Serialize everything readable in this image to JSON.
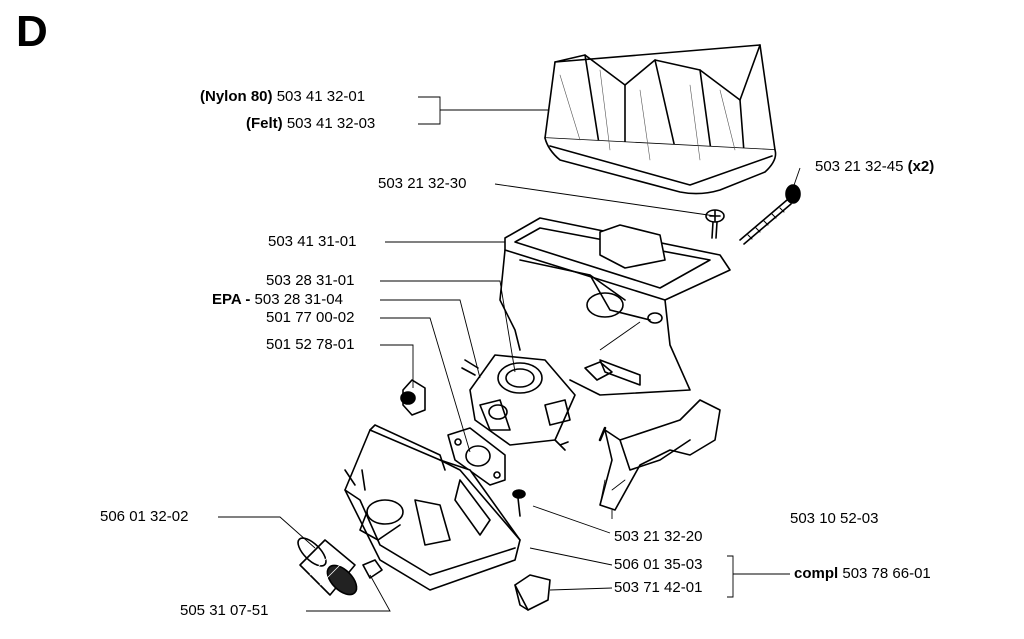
{
  "section": "D",
  "parts": {
    "filter_nylon": {
      "qualifier": "(Nylon 80)",
      "number": "503 41 32-01"
    },
    "filter_felt": {
      "qualifier": "(Felt)",
      "number": "503 41 32-03"
    },
    "screw_top": {
      "number": "503 21 32-30"
    },
    "screw_long": {
      "number": "503 21 32-45",
      "qty": "(x2)"
    },
    "housing_top": {
      "number": "503 41 31-01"
    },
    "carburetor": {
      "number": "503 28 31-01"
    },
    "carburetor_epa": {
      "qualifier": "EPA -",
      "number": "503 28 31-04"
    },
    "gasket": {
      "number": "501 77 00-02"
    },
    "nut_block": {
      "number": "501 52 78-01"
    },
    "choke_lever": {
      "number": "503 10 52-03"
    },
    "screw_small": {
      "number": "503 21 32-20"
    },
    "cylinder_sleeve": {
      "number": "506 01 32-02"
    },
    "intake_body": {
      "number": "506 01 35-03"
    },
    "bellow": {
      "number": "503 71 42-01"
    },
    "set_compl": {
      "qualifier": "compl",
      "number": "503 78 66-01"
    },
    "plug": {
      "number": "505 31 07-51"
    }
  }
}
